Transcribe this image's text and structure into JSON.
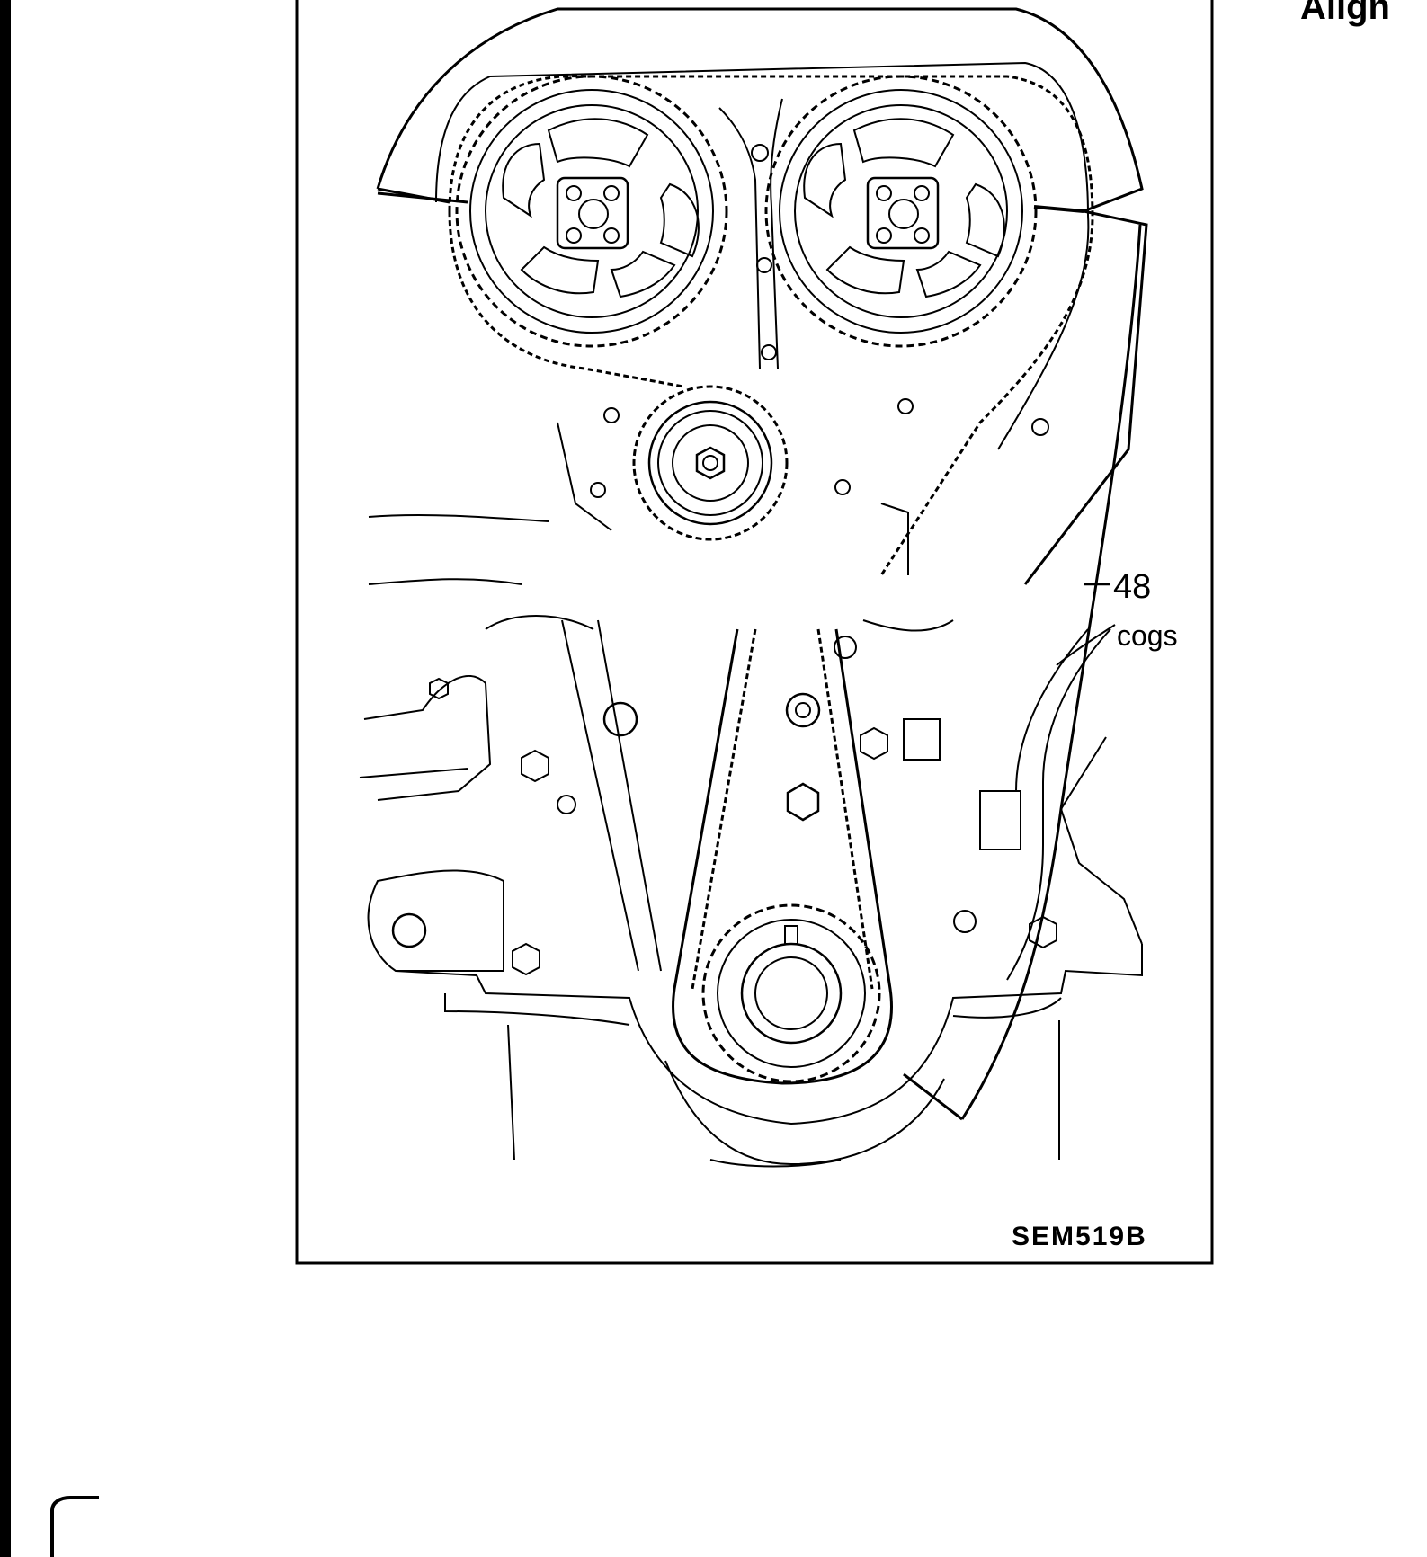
{
  "page": {
    "heading_fragment": "Align"
  },
  "figure": {
    "callout_count": "48",
    "callout_unit": "cogs",
    "figure_code": "SEM519B"
  },
  "colors": {
    "ink": "#000000",
    "paper": "#ffffff"
  }
}
